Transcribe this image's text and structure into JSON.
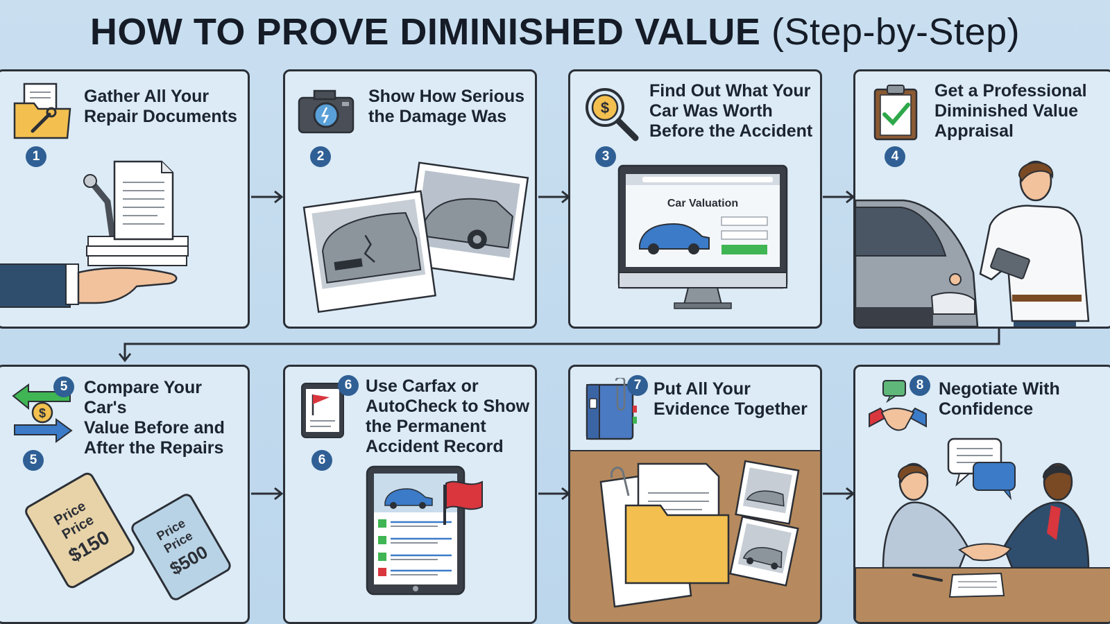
{
  "title": {
    "bold": "HOW TO PROVE DIMINISHED VALUE",
    "light": "(Step-by-Step)"
  },
  "steps": [
    {
      "num": "1",
      "label": "Gather All Your\nRepair Documents",
      "icon": "folder-wrench-icon"
    },
    {
      "num": "2",
      "label": "Show How Serious\nthe Damage Was",
      "icon": "camera-icon"
    },
    {
      "num": "3",
      "label": "Find Out What Your\nCar Was Worth\nBefore the Accident",
      "icon": "dollar-magnifier-icon",
      "screen_title": "Car Valuation"
    },
    {
      "num": "4",
      "label": "Get a Professional\nDiminished Value\nAppraisal",
      "icon": "clipboard-check-icon"
    },
    {
      "num": "5",
      "label": "Compare Your Car's\nValue Before and\nAfter the Repairs",
      "icon": "exchange-arrows-icon",
      "tags": [
        {
          "line1": "Price",
          "line2": "Price",
          "amount": "$150"
        },
        {
          "line1": "Price",
          "line2": "Price",
          "amount": "$500"
        }
      ]
    },
    {
      "num": "6",
      "label": "Use Carfax or\nAutoCheck to Show\nthe Permanent\nAccident Record",
      "icon": "tablet-flag-icon"
    },
    {
      "num": "7",
      "label": "Put All Your\nEvidence Together",
      "icon": "binder-icon"
    },
    {
      "num": "8",
      "label": "Negotiate With\nConfidence",
      "icon": "handshake-icon"
    }
  ],
  "colors": {
    "background": "#c9dff0",
    "card": "#dcebf6",
    "badge": "#2f5f94",
    "border": "#2b2f36"
  }
}
